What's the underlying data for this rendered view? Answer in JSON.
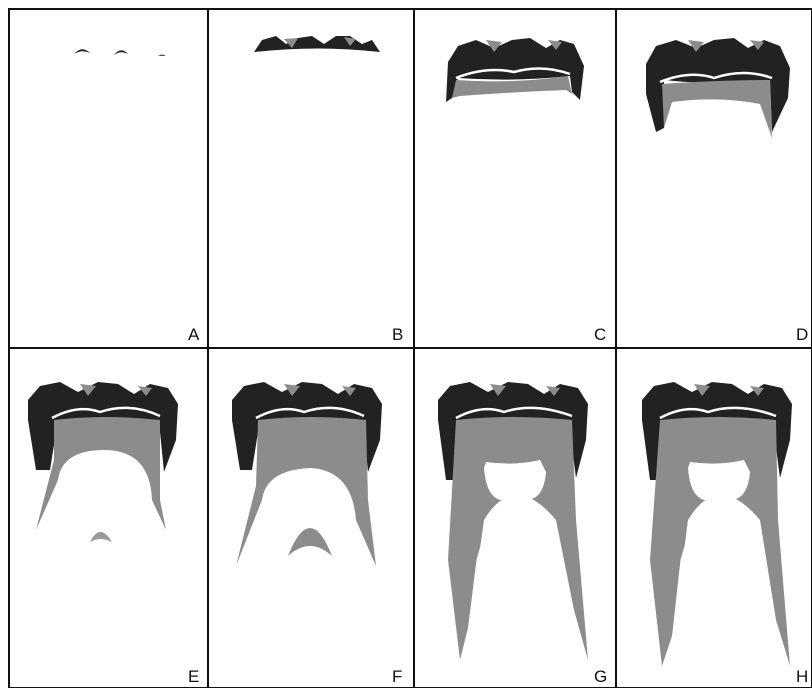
{
  "figure": {
    "panels": [
      {
        "id": "A",
        "label": "A",
        "stage": "cusp-tips"
      },
      {
        "id": "B",
        "label": "B",
        "stage": "occlusal-cap"
      },
      {
        "id": "C",
        "label": "C",
        "stage": "crown-forming"
      },
      {
        "id": "D",
        "label": "D",
        "stage": "crown-complete"
      },
      {
        "id": "E",
        "label": "E",
        "stage": "root-start"
      },
      {
        "id": "F",
        "label": "F",
        "stage": "furcation"
      },
      {
        "id": "G",
        "label": "G",
        "stage": "roots-growing"
      },
      {
        "id": "H",
        "label": "H",
        "stage": "roots-complete"
      }
    ],
    "colors": {
      "background": "#ffffff",
      "frame": "#111111",
      "enamel": "#222222",
      "dentin": "#8c8c8c",
      "pulp_highlight": "#cfcfcf",
      "line": "#ffffff"
    }
  }
}
